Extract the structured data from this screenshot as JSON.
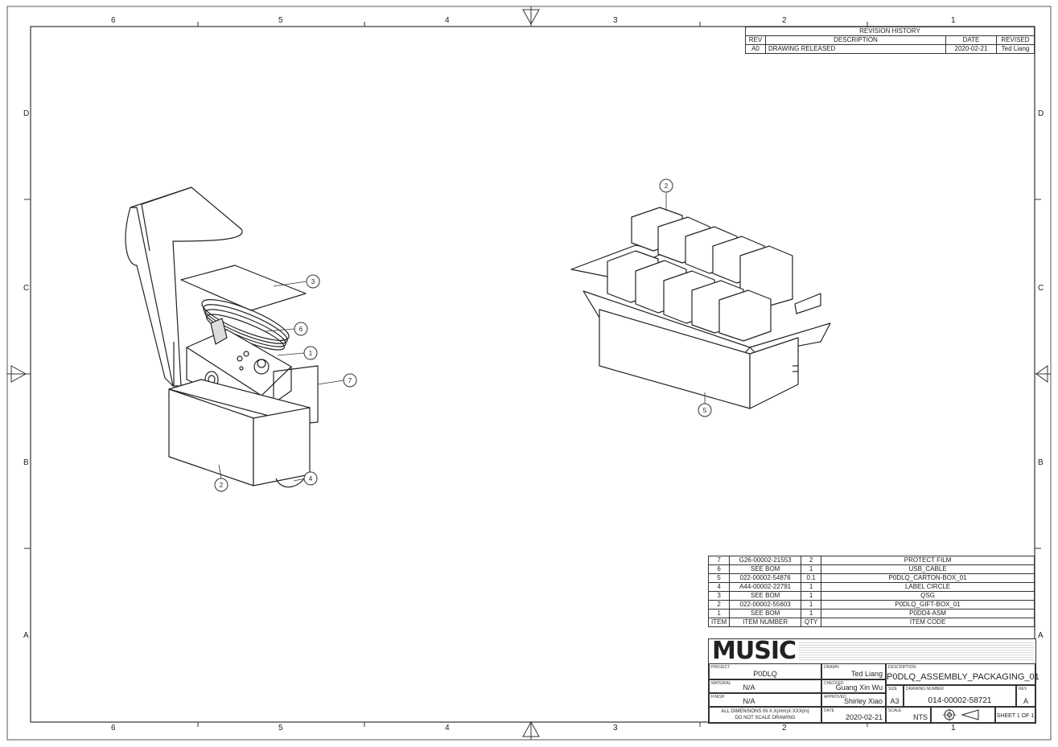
{
  "zones": {
    "columns_top": [
      "6",
      "5",
      "4",
      "3",
      "2",
      "1"
    ],
    "columns_bottom": [
      "6",
      "5",
      "4",
      "3",
      "2",
      "1"
    ],
    "rows_left": [
      "D",
      "C",
      "B",
      "A"
    ],
    "rows_right": [
      "D",
      "C",
      "B",
      "A"
    ]
  },
  "revision_history": {
    "title": "REVISION HISTORY",
    "headers": [
      "REV",
      "DESCRIPTION",
      "DATE",
      "REVISED"
    ],
    "rows": [
      {
        "rev": "A0",
        "description": "DRAWING RELEASED",
        "date": "2020-02-21",
        "revised": "Ted Liang"
      }
    ]
  },
  "balloons": {
    "left_view": [
      "3",
      "6",
      "1",
      "7",
      "2",
      "4"
    ],
    "right_view": [
      "2",
      "5"
    ]
  },
  "bom": {
    "rows": [
      {
        "item": "7",
        "number": "G26-00002-21553",
        "qty": "2",
        "code": "PROTECT FILM"
      },
      {
        "item": "6",
        "number": "SEE BOM",
        "qty": "1",
        "code": "USB_CABLE"
      },
      {
        "item": "5",
        "number": "022-00002-54876",
        "qty": "0.1",
        "code": "P0DLQ_CARTON-BOX_01"
      },
      {
        "item": "4",
        "number": "A44-00002-22791",
        "qty": "1",
        "code": "LABEL CIRCLE"
      },
      {
        "item": "3",
        "number": "SEE BOM",
        "qty": "1",
        "code": "QSG"
      },
      {
        "item": "2",
        "number": "022-00002-55603",
        "qty": "1",
        "code": "P0DLQ_GIFT-BOX_01"
      },
      {
        "item": "1",
        "number": "SEE BOM",
        "qty": "1",
        "code": "P0DD4-ASM"
      }
    ],
    "headers": {
      "item": "ITEM",
      "number": "ITEM NUMBER",
      "qty": "QTY",
      "code": "ITEM CODE"
    }
  },
  "title_block": {
    "logo": "MUSIC",
    "project_label": "PROJECT",
    "project": "P0DLQ",
    "material_label": "MATERIAL",
    "material": "N/A",
    "finish_label": "FINISH",
    "finish": "N/A",
    "dims_note_1": "ALL DIMENSIONS IN X.X(mm)X.XXX(in)",
    "dims_note_2": "DO NOT SCALE DRAWING",
    "drawn_label": "DRAWN",
    "drawn": "Ted Liang",
    "checked_label": "CHECKED",
    "checked": "Guang Xin Wu",
    "approved_label": "APPROVED",
    "approved": "Shirley Xiao",
    "date_label": "DATE",
    "date": "2020-02-21",
    "description_label": "DESCRIPTION",
    "description": "P0DLQ_ASSEMBLY_PACKAGING_01",
    "size_label": "SIZE",
    "size": "A3",
    "dwg_label": "DRAWING NUMBER",
    "dwg": "014-00002-58721",
    "rev_label": "REV",
    "rev": "A",
    "scale_label": "SCALE",
    "scale": "NTS",
    "sheet": "SHEET 1 OF 1"
  },
  "colors": {
    "line": "#333333",
    "paper": "#ffffff"
  }
}
